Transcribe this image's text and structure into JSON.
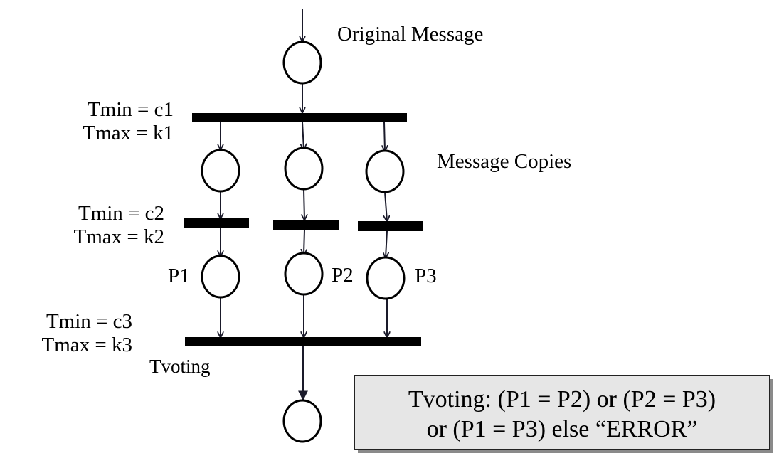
{
  "labels": {
    "original_message": "Original Message",
    "message_copies": "Message Copies",
    "t1_min": "Tmin = c1",
    "t1_max": "Tmax = k1",
    "t2_min": "Tmin = c2",
    "t2_max": "Tmax = k2",
    "t3_min": "Tmin = c3",
    "t3_max": "Tmax = k3",
    "tvoting": "Tvoting",
    "p1": "P1",
    "p2": "P2",
    "p3": "P3"
  },
  "note": {
    "line1": "Tvoting: (P1 = P2) or (P2 = P3)",
    "line2": "or (P1 = P3) else “ERROR”"
  },
  "colors": {
    "note_background": "#e6e6e6",
    "arc": "#1a1a2a"
  }
}
